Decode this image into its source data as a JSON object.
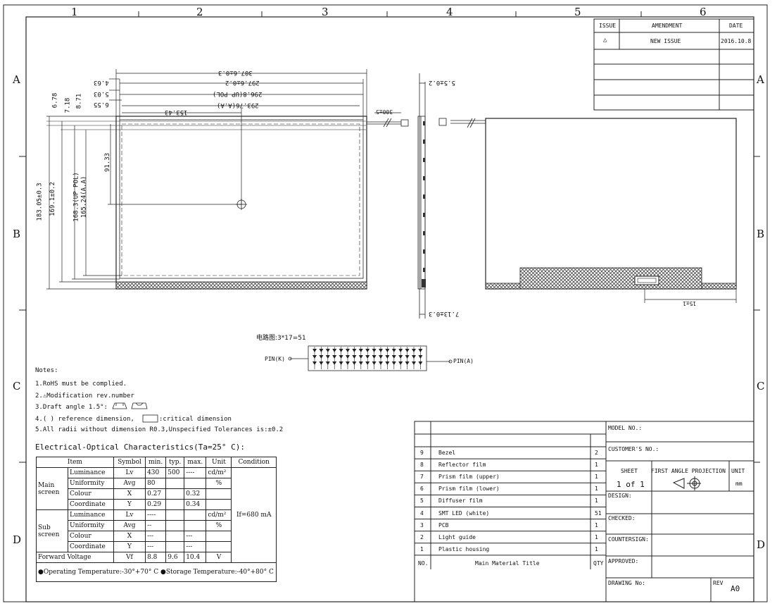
{
  "zones": {
    "cols": [
      "1",
      "2",
      "3",
      "4",
      "5",
      "6"
    ],
    "rows": [
      "A",
      "B",
      "C",
      "D"
    ]
  },
  "revision_block": {
    "headers": [
      "ISSUE",
      "AMENDMENT",
      "DATE"
    ],
    "row": {
      "amendment": "NEW ISSUE",
      "date": "2016.10.8"
    }
  },
  "front_view": {
    "dims_top": [
      "307.6±0.3",
      "297.6±0.2",
      "296.8(UP POL)",
      "293.76(A.A)",
      "153.43"
    ],
    "dims_top_offsets": [
      "4.63",
      "5.03",
      "6.55"
    ],
    "dims_left": [
      "183.05±0.3",
      "169.1±0.2",
      "168.3(UP POL)",
      "165.24(A.A)"
    ],
    "dims_left_offsets": [
      "6.78",
      "7.18",
      "8.71"
    ],
    "center_v": "91.33"
  },
  "side_view": {
    "thickness_max": "5.5±0.2",
    "thickness_total": "7.13±0.3",
    "cable_len": "300±5"
  },
  "back_view": {
    "connector_dim": "15±1"
  },
  "circuit": {
    "title": "电路图:3*17=51",
    "pin_k": "PIN(K)",
    "pin_a": "PIN(A)"
  },
  "notes": {
    "title": "Notes:",
    "items": [
      "1.RoHS must be complied.",
      "2.⚠Modification rev.number",
      "3.Draft angle 1.5°:",
      "4.( ) reference dimension,",
      "5.All radii without dimension R0.3,Unspecified Tolerances is:±0.2"
    ],
    "critical": ":critical dimension"
  },
  "eo": {
    "title": "Electrical-Optical Characteristics(Ta=25° C):",
    "headers": [
      "Item",
      "Symbol",
      "min.",
      "typ.",
      "max.",
      "Unit",
      "Condition"
    ],
    "condition": "If=680 mA",
    "main_label": "Main screen",
    "sub_label": "Sub screen",
    "main_rows": [
      [
        "Luminance",
        "Lv",
        "430",
        "500",
        "----",
        "cd/m²"
      ],
      [
        "Uniformity",
        "Avg",
        "80",
        "",
        "",
        "%"
      ],
      [
        "Colour",
        "X",
        "0.27",
        "",
        "0.32",
        ""
      ],
      [
        "Coordinate",
        "Y",
        "0.29",
        "",
        "0.34",
        ""
      ]
    ],
    "sub_rows": [
      [
        "Luminance",
        "Lv",
        "----",
        "",
        "",
        "cd/m²"
      ],
      [
        "Uniformity",
        "Avg",
        "--",
        "",
        "",
        "%"
      ],
      [
        "Colour",
        "X",
        "---",
        "",
        "---",
        ""
      ],
      [
        "Coordinate",
        "Y",
        "---",
        "",
        "---",
        ""
      ]
    ],
    "forward": [
      "Forward Voltage",
      "Vf",
      "8.8",
      "9.6",
      "10.4",
      "V"
    ],
    "temp": "●Operating Temperature:-30°+70° C ●Storage Temperature:-40°+80° C"
  },
  "bom": {
    "rows": [
      [
        "9",
        "Bezel",
        "2"
      ],
      [
        "8",
        "Reflector film",
        "1"
      ],
      [
        "7",
        "Prism film (upper)",
        "1"
      ],
      [
        "6",
        "Prism film (lower)",
        "1"
      ],
      [
        "5",
        "Diffuser film",
        "1"
      ],
      [
        "4",
        "SMT LED (white)",
        "51"
      ],
      [
        "3",
        "PCB",
        "1"
      ],
      [
        "2",
        "Light guide",
        "1"
      ],
      [
        "1",
        "Plastic housing",
        "1"
      ]
    ],
    "footer": [
      "NO.",
      "Main Material Title",
      "QTY"
    ]
  },
  "title_block": {
    "model": "MODEL NO.:",
    "customer": "CUSTOMER'S NO.:",
    "sheet_label": "SHEET",
    "sheet_value": "1 of 1",
    "projection": "FIRST ANGLE PROJECTION",
    "unit_label": "UNIT",
    "unit_value": "mm",
    "design": "DESIGN:",
    "checked": "CHECKED:",
    "countersign": "COUNTERSIGN:",
    "approved": "APPROVED:",
    "drawing": "DRAWING No:",
    "rev_label": "REV",
    "rev_value": "A0"
  }
}
